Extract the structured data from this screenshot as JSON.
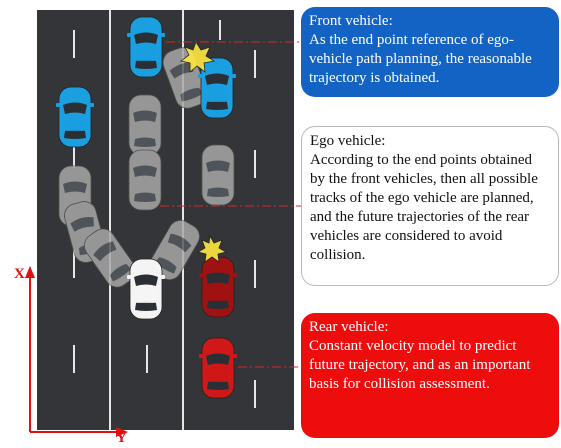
{
  "front_box": {
    "title": "Front vehicle:",
    "body": "As the end point reference of ego-vehicle path planning, the reasonable trajectory is obtained."
  },
  "ego_box": {
    "title": "Ego vehicle:",
    "body": "According to the end points obtained by the front vehicles, then all possible tracks of the ego vehicle are planned, and the future trajectories of the rear vehicles are considered to avoid collision."
  },
  "rear_box": {
    "title": "Rear vehicle:",
    "body": "Constant velocity model to predict future trajectory, and as an important basis for collision assessment."
  },
  "axes": {
    "x_label": "X",
    "y_label": "Y"
  },
  "colors": {
    "front": "#1a9fe0",
    "ego": "#e8e8e8",
    "rear": "#d01818",
    "road": "#333538",
    "axis": "#e01010",
    "front_box": "#1363c4",
    "rear_box": "#ee0d0d"
  }
}
